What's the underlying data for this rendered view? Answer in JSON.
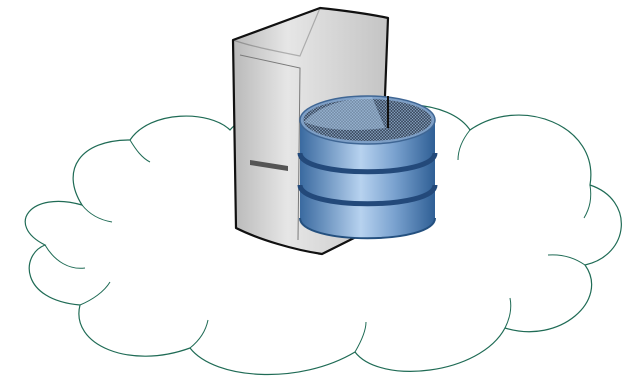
{
  "diagram": {
    "elements": [
      {
        "name": "cloud-icon",
        "kind": "cloud"
      },
      {
        "name": "server-icon",
        "kind": "server tower"
      },
      {
        "name": "database-icon",
        "kind": "database cylinder"
      }
    ]
  },
  "colors": {
    "cloud_stroke": "#1f6b55",
    "cloud_fill": "#ffffff",
    "server_body": "#c8c8c8",
    "server_body_light": "#e2e2e2",
    "server_outline": "#111111",
    "db_body_dark": "#2f5f95",
    "db_body_light": "#a9c8ea",
    "db_top": "#6d8fb8",
    "db_band": "#23497a"
  }
}
